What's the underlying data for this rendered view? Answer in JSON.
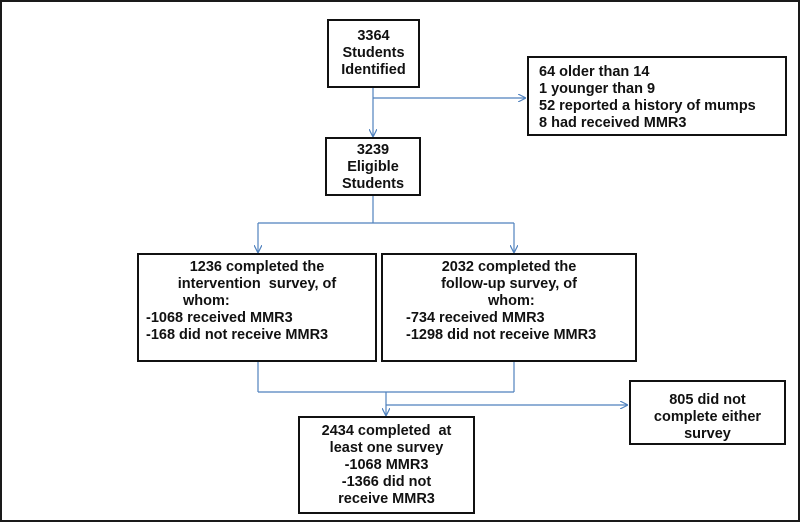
{
  "colors": {
    "connector": "#4f81bd",
    "box_border": "#111111",
    "text": "#111111"
  },
  "nodes": {
    "identified": {
      "lines": [
        "3364",
        "Students",
        "Identified"
      ]
    },
    "excluded": {
      "lines": [
        "64 older than 14",
        "1 younger than 9",
        "52 reported a history of mumps",
        "8 had received MMR3"
      ]
    },
    "eligible": {
      "lines": [
        "3239",
        "Eligible",
        "Students"
      ]
    },
    "intervention": {
      "lines": [
        "1236 completed the",
        "intervention  survey, of",
        "whom:",
        "-1068 received MMR3",
        "-168 did not receive MMR3"
      ]
    },
    "followup": {
      "lines": [
        "2032 completed the",
        "follow-up survey, of",
        "whom:",
        "-734 received MMR3",
        "-1298 did not receive MMR3"
      ]
    },
    "noresponse": {
      "lines": [
        "805 did not",
        "complete either",
        "survey"
      ]
    },
    "completed": {
      "lines": [
        "2434 completed  at",
        "least one survey",
        "-1068 MMR3",
        "-1366 did not",
        "receive MMR3"
      ]
    }
  }
}
